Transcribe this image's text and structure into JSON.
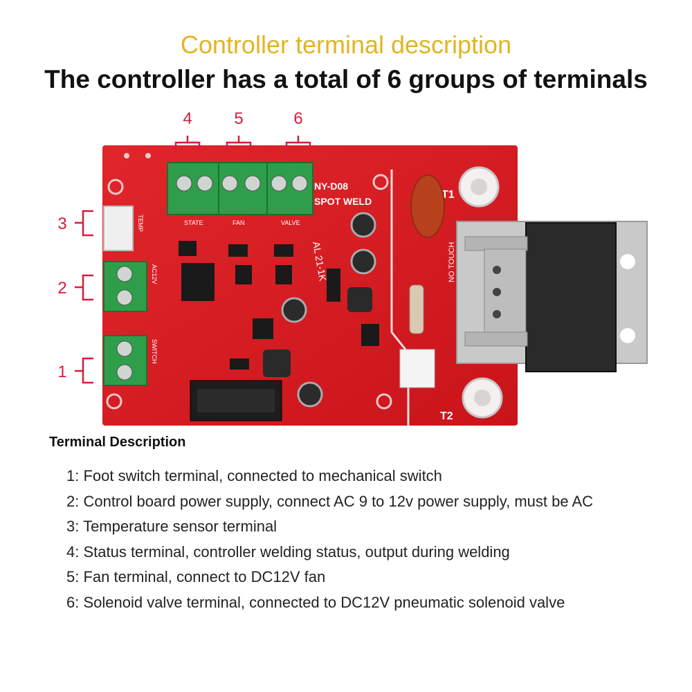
{
  "header": {
    "subtitle": "Controller terminal description",
    "title": "The controller has a total of 6 groups of terminals"
  },
  "board": {
    "model_text": "NY-D08",
    "product_text": "SPOT WELD",
    "version_text": "AL 21-1K",
    "t1_label": "T1",
    "t2_label": "T2",
    "no_touch_text": "NO TOUCH",
    "top_numbers": [
      "4",
      "5",
      "6"
    ],
    "left_numbers": [
      "3",
      "2",
      "1"
    ],
    "top_terminal_labels": [
      "STATE",
      "FAN",
      "VALVE"
    ],
    "left_terminal_labels": [
      "TEMP",
      "AC12V",
      "SWITCH"
    ],
    "colors": {
      "board": "#d8161c",
      "terminal": "#2e9e4a",
      "marker": "#d51c3a",
      "subtitle": "#e3b422"
    }
  },
  "description": {
    "heading": "Terminal Description",
    "items": [
      "1: Foot switch terminal, connected to mechanical switch",
      "2: Control board power supply, connect AC 9 to 12v power supply, must be AC",
      "3: Temperature sensor terminal",
      "4: Status terminal, controller welding status, output during welding",
      "5: Fan terminal, connect to DC12V fan",
      "6: Solenoid valve terminal, connected to DC12V pneumatic solenoid valve"
    ]
  }
}
